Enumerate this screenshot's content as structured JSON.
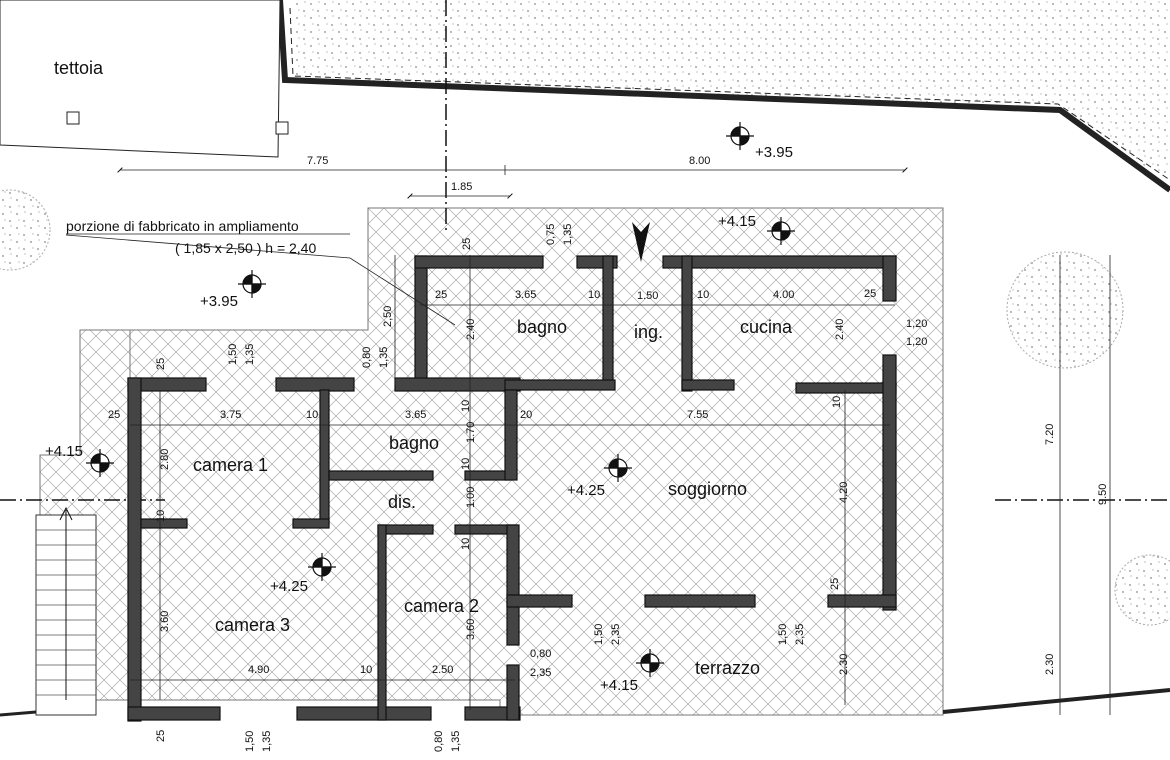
{
  "rooms": {
    "tettoia": "tettoia",
    "bagno_top": "bagno",
    "ingresso": "ing.",
    "cucina": "cucina",
    "bagno": "bagno",
    "camera1": "camera 1",
    "dis": "dis.",
    "soggiorno": "soggiorno",
    "camera2": "camera 2",
    "camera3": "camera 3",
    "terrazzo": "terrazzo"
  },
  "annotation": {
    "line1": "porzione di fabbricato in ampliamento",
    "line2": "( 1,85 x 2,50 )  h = 2,40"
  },
  "levels": {
    "garden_top": "+3.95",
    "terrace_top": "+4.15",
    "garden_left": "+3.95",
    "terrace_left": "+4.15",
    "soggiorno": "+4.25",
    "camera3": "+4.25",
    "terrazzo": "+4.15"
  },
  "dimensions": {
    "top_left": "7.75",
    "top_right": "8.00",
    "ext_width": "1.85",
    "ext_25": "25",
    "win_075": "0,75",
    "win_135a": "1,35",
    "d_25a": "25",
    "d_365a": "3.65",
    "d_10a": "10",
    "d_150": "1.50",
    "d_10b": "10",
    "d_400": "4.00",
    "d_25b": "25",
    "d_250": "2,50",
    "d_240a": "2.40",
    "d_240b": "2.40",
    "win_120a": "1,20",
    "win_120b": "1,20",
    "w_150a": "1,50",
    "w_135b": "1,35",
    "w_080a": "0,80",
    "w_135c": "1,35",
    "d_25c": "25",
    "d_25d": "25",
    "d_375": "3.75",
    "d_10c": "10",
    "d_365b": "3.65",
    "d_10d": "10",
    "d_20": "20",
    "d_755": "7.55",
    "d_10e": "10",
    "d_280": "2.80",
    "d_170": "1.70",
    "d_10f": "10",
    "d_100": "1.00",
    "d_10g": "10",
    "d_10h": "10",
    "d_420": "4.20",
    "d_720": "7.20",
    "d_950": "9.50",
    "d_25e": "25",
    "d_360a": "3.60",
    "d_360b": "3.60",
    "w_150b": "1,50",
    "w_235a": "2,35",
    "w_150c": "1,50",
    "w_235b": "2,35",
    "w_080b": "0,80",
    "w_235c": "2,35",
    "d_230a": "2.30",
    "d_230b": "2.30",
    "d_490": "4.90",
    "d_10i": "10",
    "d_250b": "2.50",
    "d_25f": "25",
    "w_150d": "1,50",
    "w_135d": "1,35",
    "w_080c": "0,80",
    "w_135e": "1,35"
  }
}
